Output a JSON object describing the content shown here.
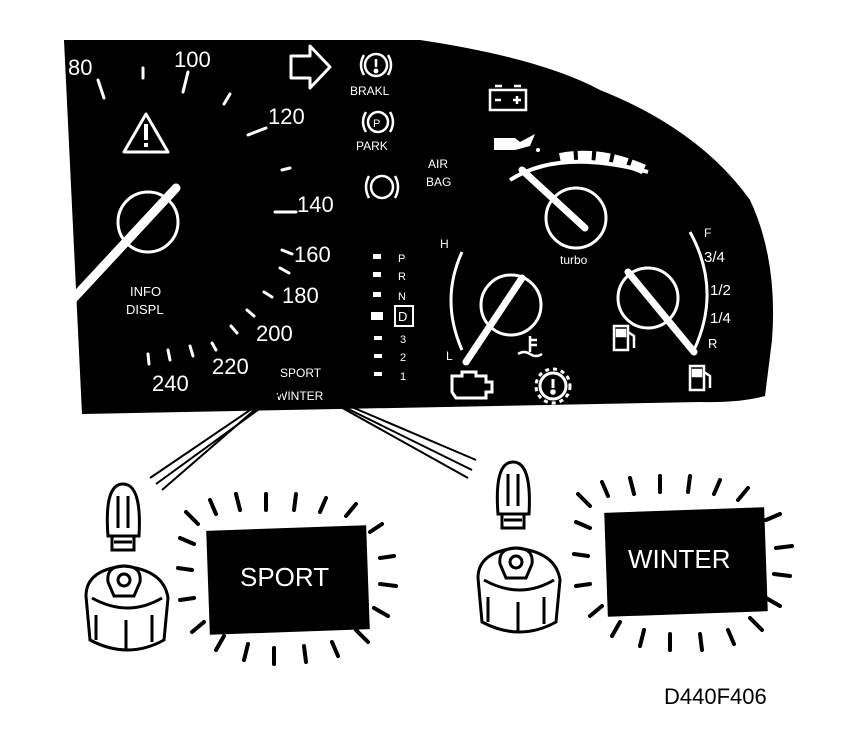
{
  "speedometer": {
    "numbers": [
      "80",
      "100",
      "120",
      "140",
      "160",
      "180",
      "200",
      "220",
      "240"
    ]
  },
  "warning_lights": {
    "brake": "BRAKL",
    "park": "PARK",
    "airbag_line1": "AIR",
    "airbag_line2": "BAG"
  },
  "info_display": {
    "line1": "INFO",
    "line2": "DISPL"
  },
  "gear_indicator": {
    "gears": [
      "P",
      "R",
      "N",
      "D",
      "3",
      "2",
      "1"
    ],
    "selected": "D"
  },
  "turbo": {
    "label": "turbo"
  },
  "temp_gauge": {
    "high": "H",
    "low": "L"
  },
  "fuel_gauge": {
    "full": "F",
    "three_quarter": "3/4",
    "half": "1/2",
    "quarter": "1/4",
    "reserve": "R"
  },
  "mode_indicators": {
    "sport": "SPORT",
    "winter": "WINTER"
  },
  "callouts": {
    "sport_panel": "SPORT",
    "winter_panel": "WINTER"
  },
  "figure_code": "D440F406",
  "colors": {
    "panel": "#000000",
    "ink": "#ffffff",
    "background": "#ffffff"
  }
}
